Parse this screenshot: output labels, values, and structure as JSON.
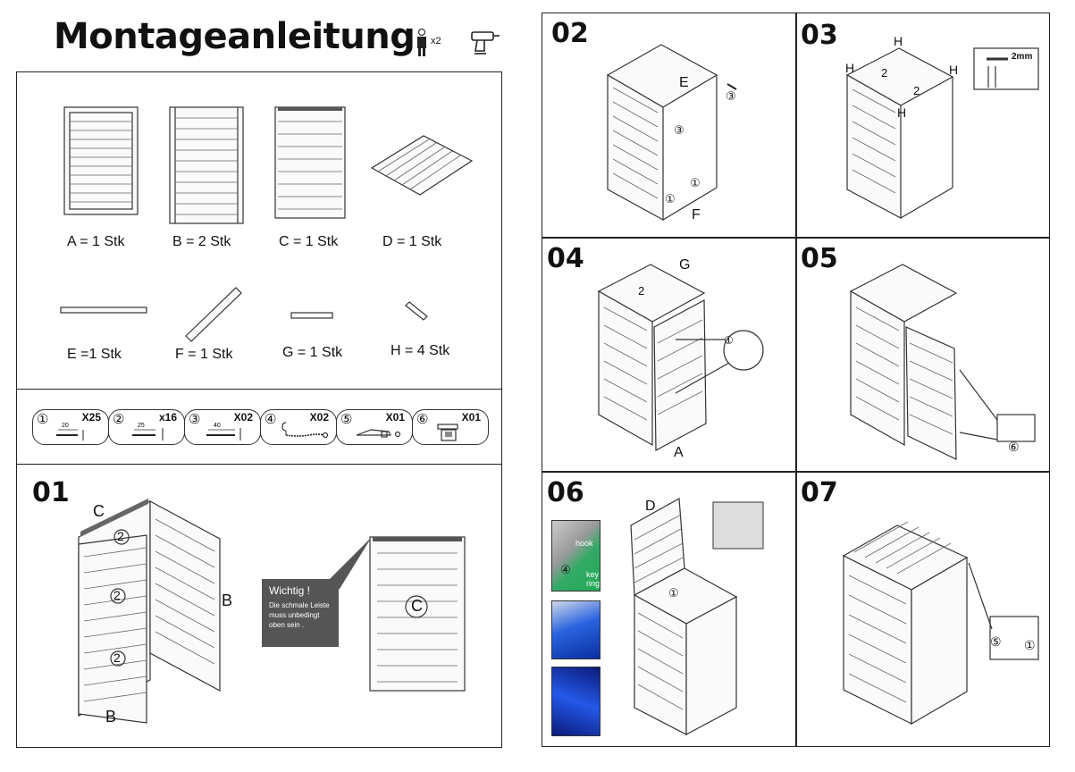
{
  "header": {
    "title": "Montageanleitung",
    "persons": "x2"
  },
  "parts": [
    {
      "label": "A = 1 Stk"
    },
    {
      "label": "B = 2 Stk"
    },
    {
      "label": "C = 1 Stk"
    },
    {
      "label": "D = 1 Stk"
    },
    {
      "label": "E =1 Stk"
    },
    {
      "label": "F = 1 Stk"
    },
    {
      "label": "G = 1 Stk"
    },
    {
      "label": "H = 4 Stk"
    }
  ],
  "hardware": [
    {
      "num": "①",
      "qty": "X25",
      "dim": "20"
    },
    {
      "num": "②",
      "qty": "x16",
      "dim": "25"
    },
    {
      "num": "③",
      "qty": "X02",
      "dim": "40"
    },
    {
      "num": "④",
      "qty": "X02",
      "dim": ""
    },
    {
      "num": "⑤",
      "qty": "X01",
      "dim": ""
    },
    {
      "num": "⑥",
      "qty": "X01",
      "dim": ""
    }
  ],
  "steps": {
    "s01": {
      "label": "01",
      "c": "C",
      "b1": "B",
      "b2": "B",
      "circ": "C",
      "n": "2"
    },
    "s02": {
      "label": "02",
      "e": "E",
      "f": "F",
      "n3": "③",
      "n1": "①"
    },
    "s03": {
      "label": "03",
      "h": "H",
      "n": "2",
      "gap": "2mm"
    },
    "s04": {
      "label": "04",
      "g": "G",
      "a": "A",
      "n": "2",
      "n1": "①"
    },
    "s05": {
      "label": "05",
      "n6": "⑥"
    },
    "s06": {
      "label": "06",
      "d": "D",
      "hook": "hook",
      "key": "key",
      "ring": "ring",
      "n4": "④",
      "n1": "①"
    },
    "s07": {
      "label": "07",
      "n5": "⑤",
      "n1": "①"
    }
  },
  "callout": {
    "title": "Wichtig !",
    "body": "Die schmale Leiste muss unbedingt oben sein ."
  }
}
